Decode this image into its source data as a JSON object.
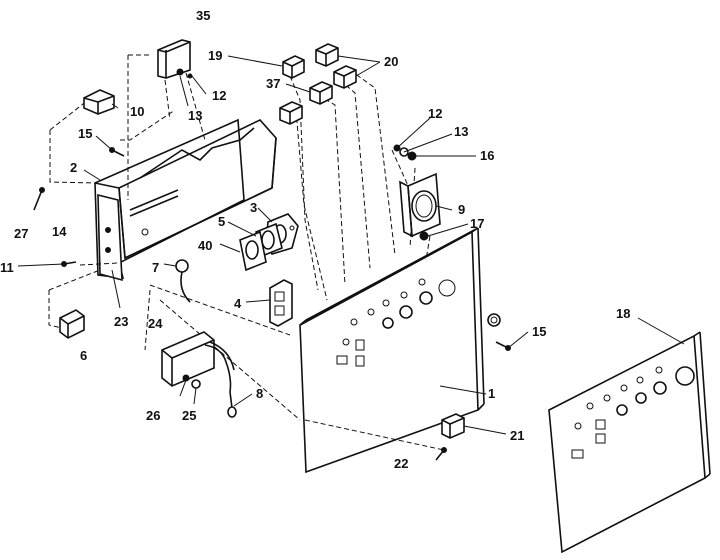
{
  "diagram": {
    "callouts": {
      "c35": "35",
      "c19": "19",
      "c20": "20",
      "c37": "37",
      "c12a": "12",
      "c13a": "13",
      "c10": "10",
      "c15a": "15",
      "c2": "2",
      "c27": "27",
      "c14": "14",
      "c11": "11",
      "c23": "23",
      "c24": "24",
      "c6": "6",
      "c7": "7",
      "c5": "5",
      "c3": "3",
      "c40": "40",
      "c4": "4",
      "c12b": "12",
      "c13b": "13",
      "c16": "16",
      "c9": "9",
      "c17": "17",
      "c15b": "15",
      "c18": "18",
      "c1": "1",
      "c8": "8",
      "c21": "21",
      "c22": "22",
      "c26": "26",
      "c25": "25"
    }
  }
}
